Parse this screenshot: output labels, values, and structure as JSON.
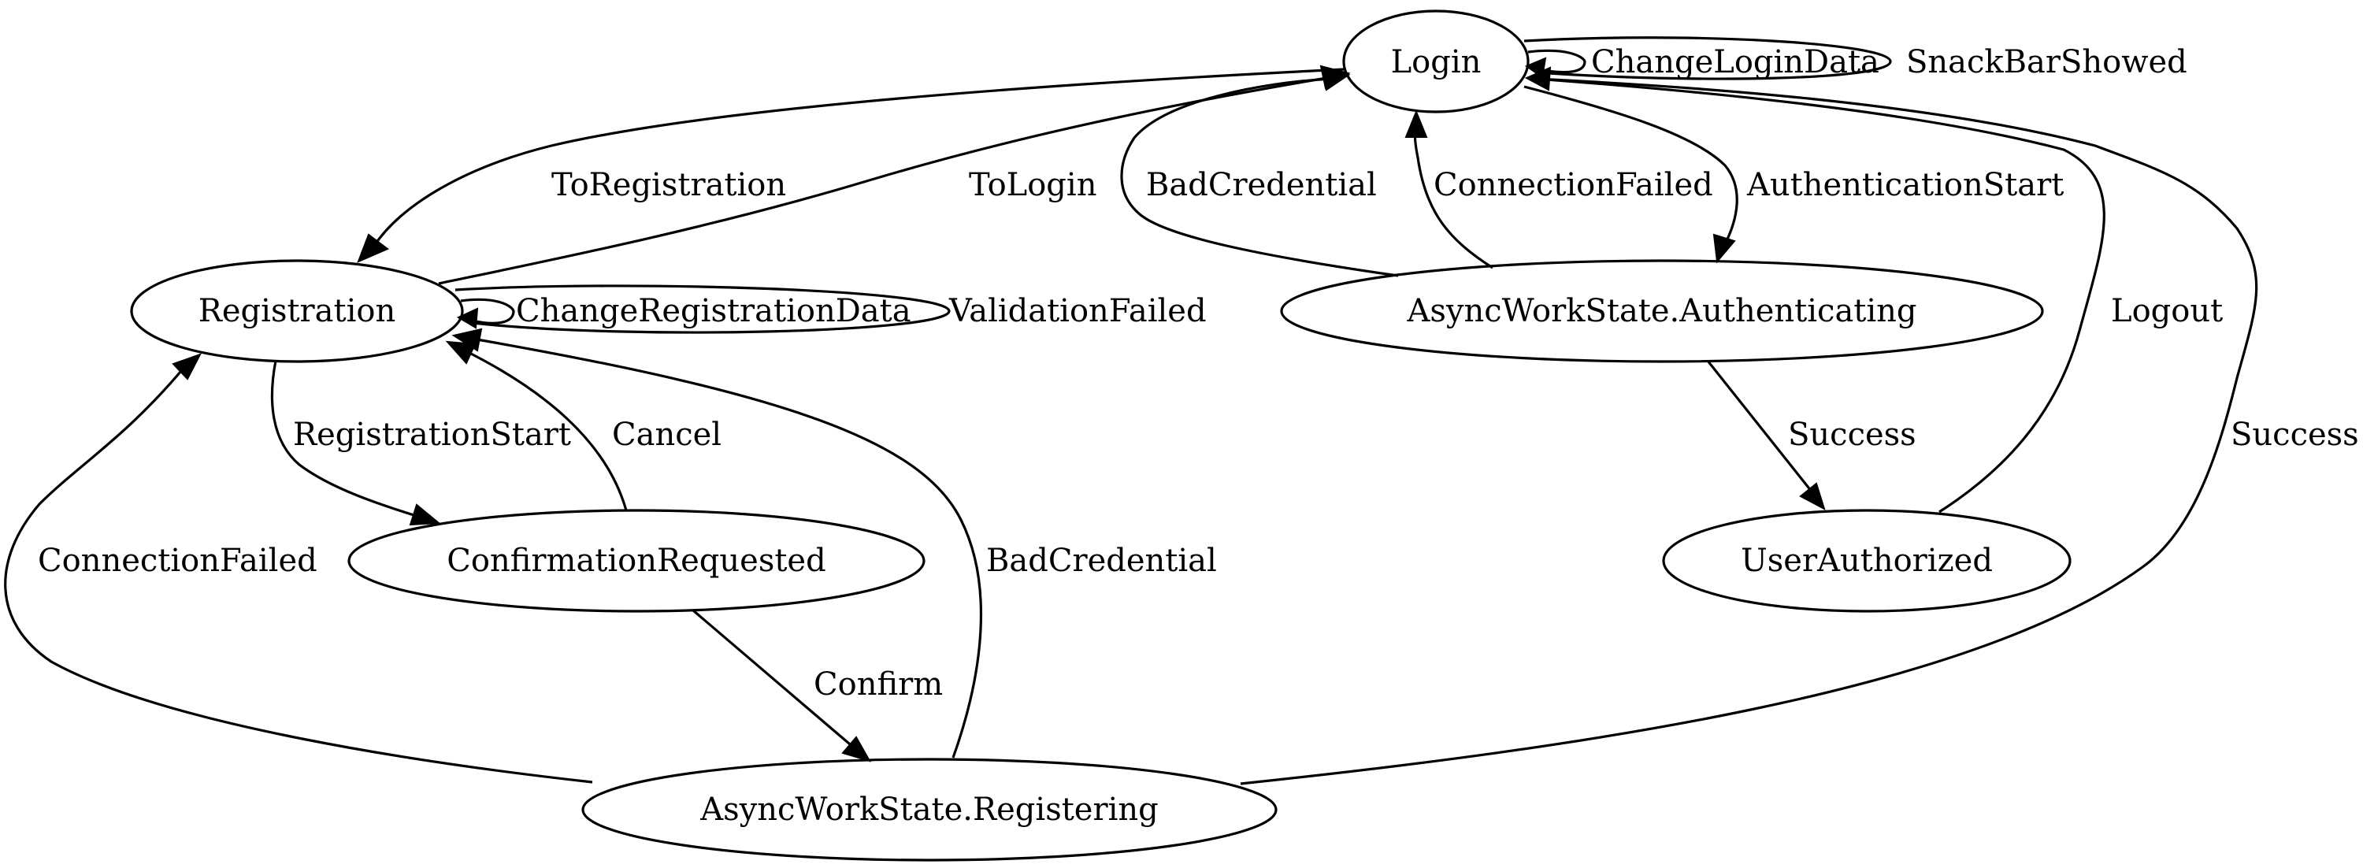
{
  "nodes": {
    "login": "Login",
    "registration": "Registration",
    "authenticating": "AsyncWorkState.Authenticating",
    "confirmation_requested": "ConfirmationRequested",
    "user_authorized": "UserAuthorized",
    "registering": "AsyncWorkState.Registering"
  },
  "edges": {
    "login_to_registration": "ToRegistration",
    "registration_to_login": "ToLogin",
    "login_change_login_data": "ChangeLoginData",
    "login_snackbar_showed": "SnackBarShowed",
    "authenticating_bad_credential": "BadCredential",
    "authenticating_connection_failed": "ConnectionFailed",
    "login_authentication_start": "AuthenticationStart",
    "authenticating_success": "Success",
    "user_authorized_logout": "Logout",
    "registering_success": "Success",
    "registration_change_registration_data": "ChangeRegistrationData",
    "registration_validation_failed": "ValidationFailed",
    "registration_registration_start": "RegistrationStart",
    "confirmation_cancel": "Cancel",
    "registering_connection_failed": "ConnectionFailed",
    "registering_bad_credential": "BadCredential",
    "confirmation_confirm": "Confirm"
  }
}
